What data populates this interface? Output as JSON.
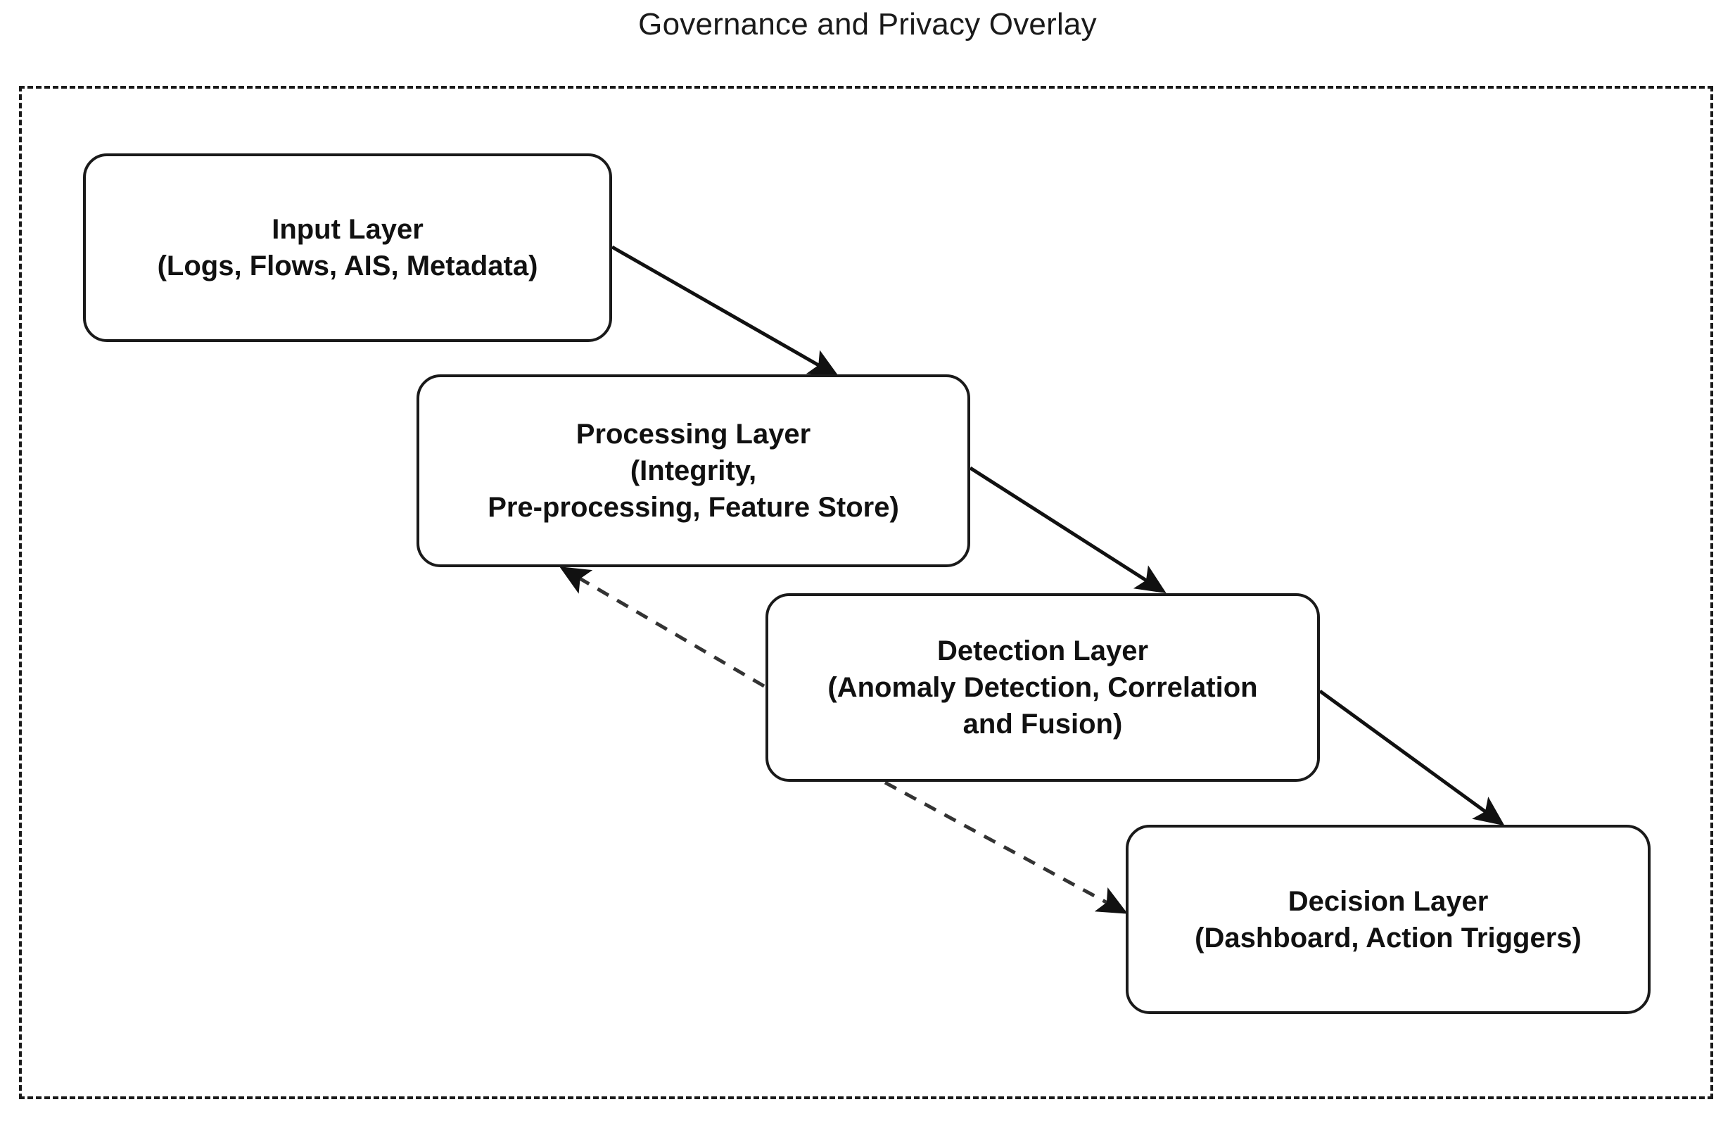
{
  "title": "Governance and Privacy Overlay",
  "boundary": {
    "name": "Governance and Privacy Overlay",
    "style": "dashed"
  },
  "colors": {
    "stroke": "#1a1a1a",
    "text": "#111111",
    "background": "#ffffff"
  },
  "nodes": [
    {
      "id": "input",
      "title": "Input Layer",
      "subtitle": "(Logs, Flows, AIS, Metadata)"
    },
    {
      "id": "processing",
      "title": "Processing Layer",
      "subtitle": "(Integrity,\nPre-processing, Feature Store)"
    },
    {
      "id": "detection",
      "title": "Detection Layer",
      "subtitle": "(Anomaly Detection, Correlation\nand Fusion)"
    },
    {
      "id": "decision",
      "title": "Decision Layer",
      "subtitle": "(Dashboard, Action Triggers)"
    }
  ],
  "edges": [
    {
      "id": "input-to-processing",
      "from": "input",
      "to": "processing",
      "style": "solid",
      "label": ""
    },
    {
      "id": "processing-to-detection",
      "from": "processing",
      "to": "detection",
      "style": "solid",
      "label": ""
    },
    {
      "id": "detection-to-decision",
      "from": "detection",
      "to": "decision",
      "style": "solid",
      "label": ""
    },
    {
      "id": "detection-to-processing-feedback",
      "from": "detection",
      "to": "processing",
      "style": "dashed",
      "label": ""
    },
    {
      "id": "detection-to-decision-feedback",
      "from": "detection",
      "to": "decision",
      "style": "dashed",
      "label": ""
    }
  ]
}
